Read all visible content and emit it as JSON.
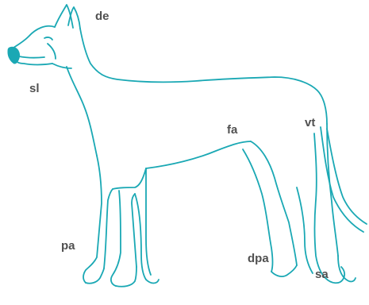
{
  "diagram": {
    "outline_color": "#1aa8b4",
    "nose_color": "#1aa8b4",
    "label_color": "#505050",
    "subject_icon": "dog-outline",
    "labels": {
      "de": "de",
      "sl": "sl",
      "fa": "fa",
      "vt": "vt",
      "pa": "pa",
      "dpa": "dpa",
      "sa": "sa"
    }
  }
}
